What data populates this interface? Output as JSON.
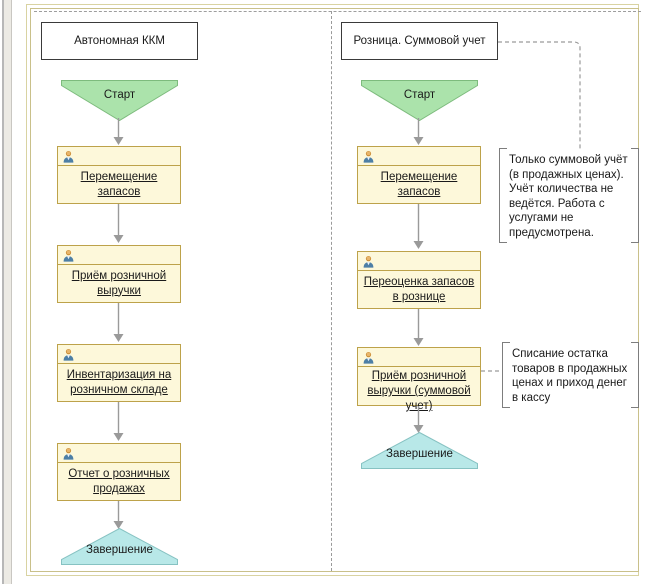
{
  "diagram": {
    "columns": [
      {
        "id": "autonomous-kkm",
        "title": "Автономная ККМ",
        "start_label": "Старт",
        "end_label": "Завершение",
        "tasks": [
          {
            "label": "Перемещение запасов",
            "icon": "person-icon"
          },
          {
            "label": "Приём розничной выручки",
            "icon": "person-icon"
          },
          {
            "label": "Инвентаризация на розничном складе",
            "icon": "person-icon"
          },
          {
            "label": "Отчет о розничных продажах",
            "icon": "person-icon"
          }
        ]
      },
      {
        "id": "roznica-summovoy-uchet",
        "title": "Розница. Суммовой учет",
        "start_label": "Старт",
        "end_label": "Завершение",
        "tasks": [
          {
            "label": "Перемещение запасов",
            "icon": "person-icon"
          },
          {
            "label": "Переоценка запасов в рознице",
            "icon": "person-icon"
          },
          {
            "label": "Приём розничной выручки (суммовой учет)",
            "icon": "person-icon"
          }
        ]
      }
    ],
    "notes": [
      {
        "id": "note-summovoy",
        "text": "Только суммовой учёт (в продажных ценах). Учёт количества не ведётся. Работа с услугами не предусмотрена."
      },
      {
        "id": "note-spisanie",
        "text": "Списание остатка товаров в продажных ценах и приход денег в кассу"
      }
    ],
    "colors": {
      "start_fill": "#abe3ab",
      "start_stroke": "#7dbb7d",
      "end_fill": "#b8e8e8",
      "end_stroke": "#86c2c2",
      "task_fill": "#fdf8da",
      "task_stroke": "#bda24a",
      "connector": "#9a9a9a",
      "note_stroke": "#7d7d7d",
      "title_stroke": "#3a3a3a",
      "frame": "#c9c08a"
    }
  }
}
